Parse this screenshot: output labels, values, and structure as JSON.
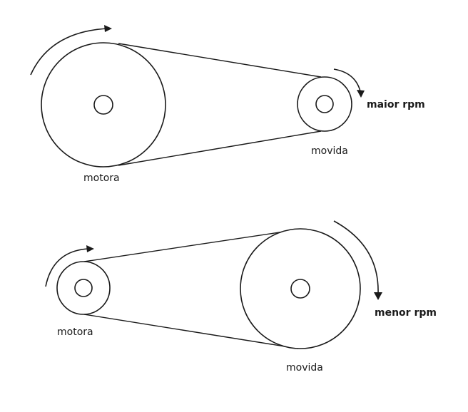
{
  "top": {
    "driver_label": "motora",
    "driven_label": "movida",
    "speed_label": "maior rpm"
  },
  "bottom": {
    "driver_label": "motora",
    "driven_label": "movida",
    "speed_label": "menor rpm"
  }
}
